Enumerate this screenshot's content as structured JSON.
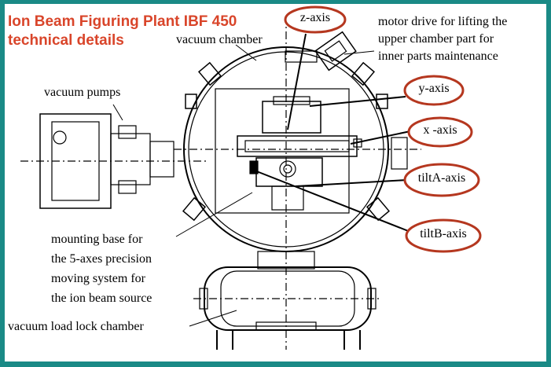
{
  "title": {
    "line1": "Ion Beam Figuring Plant IBF 450",
    "line2": "technical details"
  },
  "labels": {
    "vacuum_chamber": "vacuum chamber",
    "vacuum_pumps": "vacuum pumps",
    "motor_line1": "motor drive for lifting the",
    "motor_line2": "upper chamber part for",
    "motor_line3": "inner parts maintenance",
    "mount_line1": "mounting base for",
    "mount_line2": "the 5-axes precision",
    "mount_line3": "moving system for",
    "mount_line4": "the ion beam source",
    "load_lock": "vacuum load lock chamber"
  },
  "axes": {
    "z": "z-axis",
    "y": "y-axis",
    "x": "x -axis",
    "tiltA": "tiltA-axis",
    "tiltB": "tiltB-axis"
  },
  "colors": {
    "frame": "#1a8a86",
    "title": "#d9452a",
    "ellipse": "#b5371f"
  }
}
